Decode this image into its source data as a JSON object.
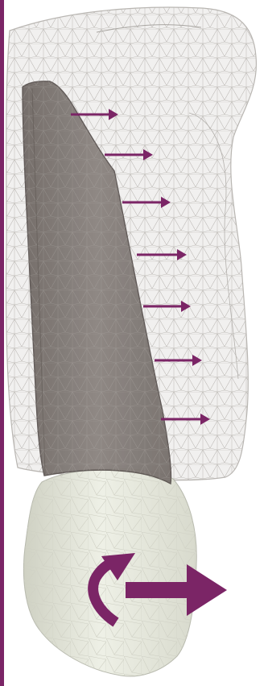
{
  "colors": {
    "accent": "#7b2566",
    "mesh_fill": "#ecebea",
    "mesh_line": "#b9b6b2",
    "root_fill": "#7d7672",
    "root_edge": "#5a5350",
    "crown_fill": "#e7e8dd",
    "crown_line": "#c9cabd"
  },
  "figure": {
    "elements": [
      {
        "name": "bone-block-mesh",
        "kind": "wireframe-volume"
      },
      {
        "name": "tooth-root",
        "kind": "solid-surface"
      },
      {
        "name": "tooth-crown",
        "kind": "solid-surface"
      },
      {
        "name": "force-arrow",
        "kind": "arrow",
        "count": 7
      },
      {
        "name": "translation-arrow",
        "kind": "arrow",
        "count": 1
      },
      {
        "name": "rotation-arrow",
        "kind": "curved-arrow",
        "count": 1
      }
    ]
  }
}
